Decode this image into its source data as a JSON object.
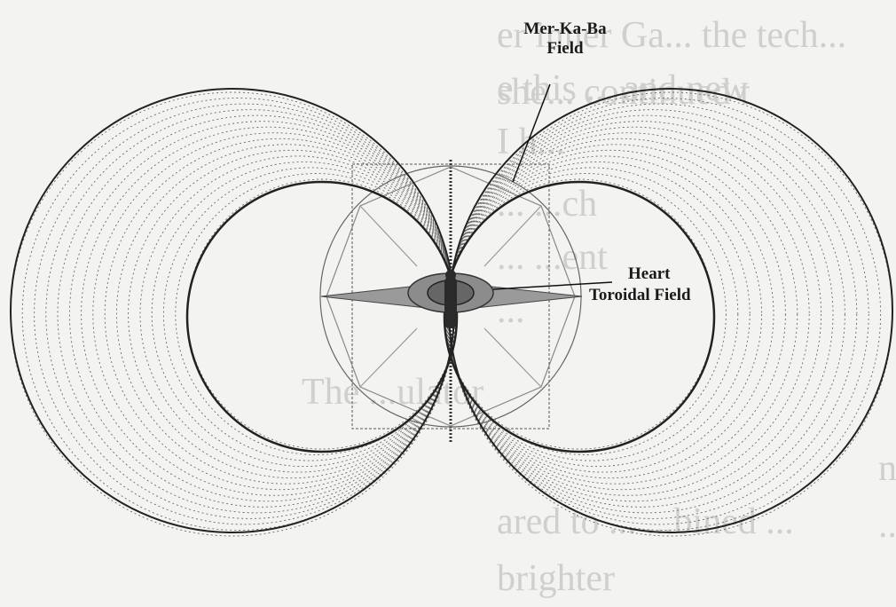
{
  "diagram": {
    "labels": {
      "merkaba_line1": "Mer-Ka-Ba",
      "merkaba_line2": "Field",
      "heart": "Heart",
      "toroidal": "Toroidal Field"
    },
    "background_text": {
      "line1": "er inner Ga... the tech... she... continued t",
      "line2": "e this ...                                         and new",
      "line3": "I h...",
      "line4": "...                                                          ...ch",
      "line5": "...                                                        ...ent",
      "line6": "...",
      "line7": "The                          ...ulator",
      "line8": "ne ...",
      "line9": "ared to ...           ...bined ...            brighter"
    },
    "colors": {
      "background": "#f3f3f1",
      "ink": "#1a1a1a",
      "field_lines": "#5a5a5a",
      "ghost_text": "#c9c9c6"
    }
  }
}
